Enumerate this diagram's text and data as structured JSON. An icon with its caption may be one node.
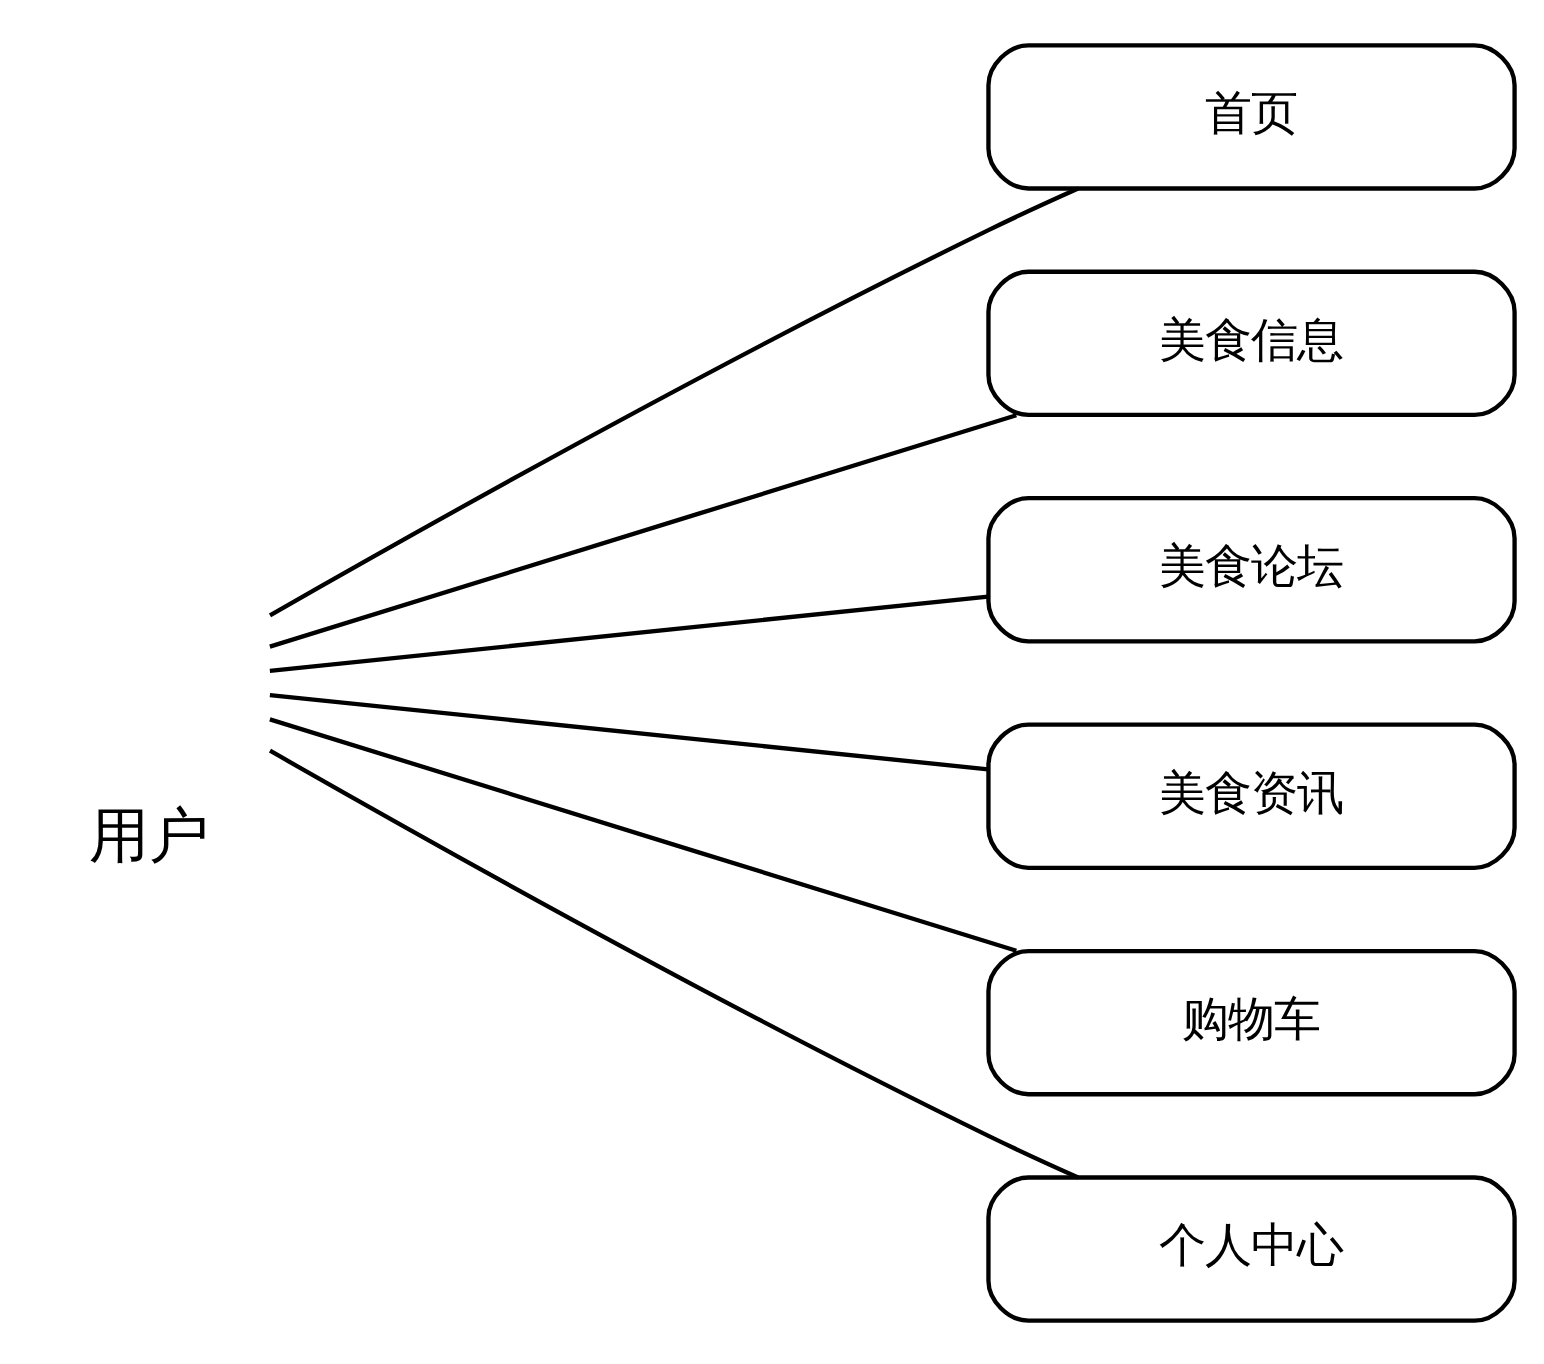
{
  "diagram": {
    "nodes": [
      {
        "text": [
          "用户"
        ]
      },
      {
        "text": [
          "首页"
        ]
      },
      {
        "text": [
          "美食信息"
        ]
      },
      {
        "text": [
          "美食论坛"
        ]
      },
      {
        "text": [
          "美食资讯"
        ]
      },
      {
        "text": [
          "购物车"
        ]
      },
      {
        "text": [
          "个人中心"
        ]
      }
    ],
    "edges": [
      {
        "from": 0,
        "to": 1,
        "arrow": "none"
      },
      {
        "from": 0,
        "to": 2,
        "arrow": "none"
      },
      {
        "from": 0,
        "to": 3,
        "arrow": "none"
      },
      {
        "from": 0,
        "to": 4,
        "arrow": "none"
      },
      {
        "from": 0,
        "to": 5,
        "arrow": "none"
      },
      {
        "from": 0,
        "to": 6,
        "arrow": "none"
      }
    ]
  }
}
